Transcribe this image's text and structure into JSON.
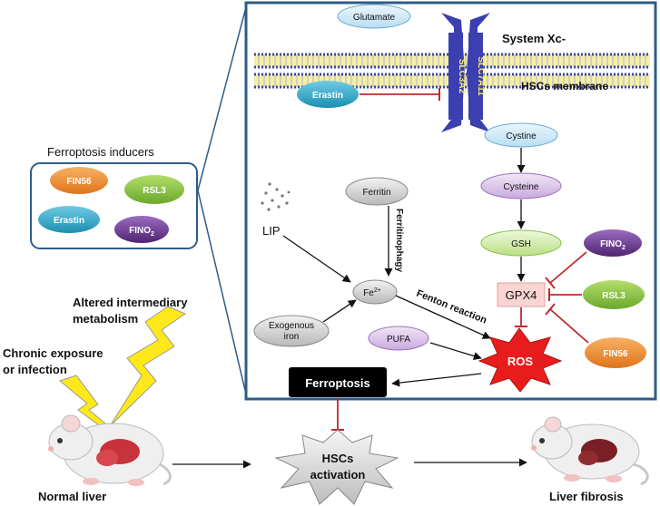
{
  "panel": {
    "system_xc_label": "System Xc-",
    "membrane_label": "HSCs  membrane",
    "slc3a2": "SLC3A2",
    "slc7a11": "SLC7A11"
  },
  "nodes": {
    "glutamate": "Glutamate",
    "erastin_inhibitor": "Erastin",
    "cystine": "Cystine",
    "cysteine": "Cysteine",
    "gsh": "GSH",
    "gpx4": "GPX4",
    "ferritin": "Ferritin",
    "fe2_base": "Fe",
    "fe2_sup": "2+",
    "exogenous_iron_line1": "Exogenous",
    "exogenous_iron_line2": "iron",
    "pufa": "PUFA",
    "ros": "ROS",
    "fino2_base": "FINO",
    "fino2_sub": "2",
    "rsl3": "RSL3",
    "fin56": "FIN56",
    "lip": "LIP",
    "ferroptosis": "Ferroptosis"
  },
  "labels": {
    "ferritinophagy": "Ferritinophagy",
    "fenton_reaction": "Fenton reaction"
  },
  "inducers": {
    "title": "Ferroptosis inducers",
    "fin56": "FIN56",
    "rsl3": "RSL3",
    "erastin": "Erastin",
    "fino2_base": "FINO",
    "fino2_sub": "2"
  },
  "bottom": {
    "altered_line1": "Altered intermediary",
    "altered_line2": "metabolism",
    "chronic_line1": "Chronic  exposure",
    "chronic_line2": "or infection",
    "normal_liver": "Normal liver",
    "hscs_line1": "HSCs",
    "hscs_line2": "activation",
    "liver_fibrosis": "Liver fibrosis"
  },
  "colors": {
    "orange": "#ef8c2c",
    "green": "#8cc63f",
    "blue": "#2aa5c6",
    "purple": "#6a3a8c",
    "gray": "#d8d8d8",
    "inhibit_red": "#c0282d",
    "ros_red": "#e81c1c",
    "membrane_yellow": "#f3ee9c",
    "transporter_blue": "#3b3fb0",
    "frame_blue": "#2e5d88"
  }
}
